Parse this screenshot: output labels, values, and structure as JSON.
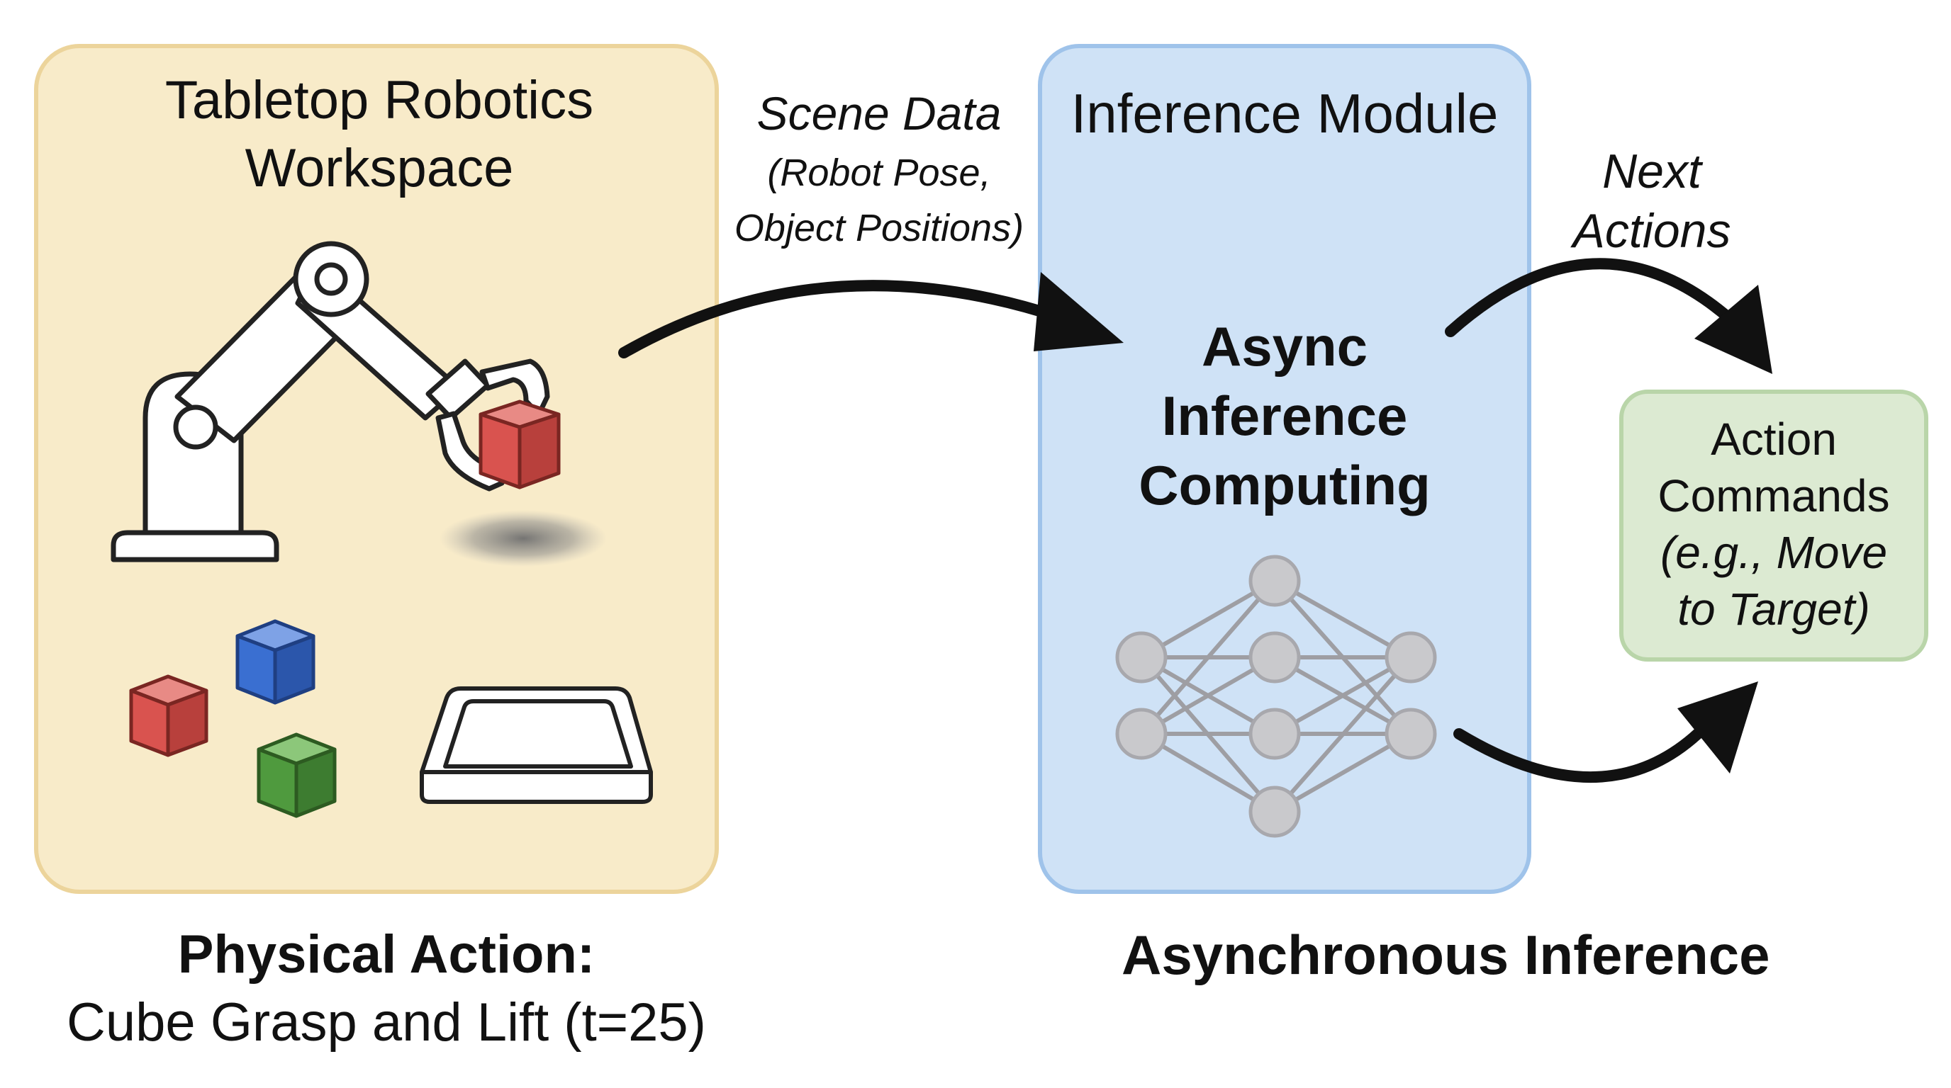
{
  "workspace": {
    "title_line1": "Tabletop Robotics",
    "title_line2": "Workspace"
  },
  "scene": {
    "label": "Scene Data",
    "sub_line1": "(Robot Pose,",
    "sub_line2": "Object Positions)"
  },
  "inference": {
    "title": "Inference Module",
    "core_line1": "Async",
    "core_line2": "Inference",
    "core_line3": "Computing"
  },
  "next_actions": {
    "line1": "Next",
    "line2": "Actions"
  },
  "action_box": {
    "line1": "Action",
    "line2": "Commands",
    "line3": "(e.g., Move",
    "line4": "to Target)"
  },
  "captions": {
    "physical_bold": "Physical Action:",
    "physical_detail": "Cube Grasp and Lift (t=25)",
    "asynchronous": "Asynchronous Inference"
  },
  "colors": {
    "workspace_fill": "#f8ebc9",
    "inference_fill": "#cfe2f6",
    "action_fill": "#dcead2",
    "cube_red": "#d9534f",
    "cube_blue": "#3a6fd1",
    "cube_green": "#4f9a3e",
    "node_gray": "#c9c9cc"
  },
  "icons": [
    "robot-arm-icon",
    "cube-icon",
    "tray-icon",
    "neural-network-icon",
    "arrow-icon"
  ]
}
